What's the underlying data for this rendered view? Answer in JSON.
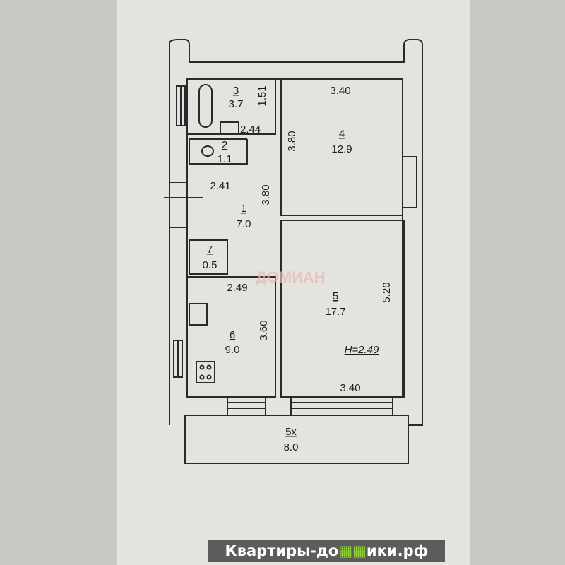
{
  "rooms": [
    {
      "number": "1",
      "area": "7.0"
    },
    {
      "number": "2",
      "area": "1.1"
    },
    {
      "number": "3",
      "area": "3.7"
    },
    {
      "number": "4",
      "area": "12.9"
    },
    {
      "number": "5",
      "area": "17.7"
    },
    {
      "number": "6",
      "area": "9.0"
    },
    {
      "number": "7",
      "area": "0.5"
    },
    {
      "number": "5x",
      "area": "8.0"
    }
  ],
  "dimensions": {
    "bath_height": "1.51",
    "bath_width": "2.44",
    "bedroom_width": "3.40",
    "bedroom_depth": "3.80",
    "hall_width": "2.41",
    "hall_depth": "3.80",
    "kitchen_width": "2.49",
    "kitchen_depth": "3.60",
    "living_depth": "5.20",
    "living_width": "3.40",
    "ceiling_height": "H=2.49"
  },
  "watermarks": {
    "agency": "ДОМИАН",
    "brand_prefix": "Квартиры-до",
    "brand_icons": "▦▦",
    "brand_suffix": "ики.рф"
  }
}
